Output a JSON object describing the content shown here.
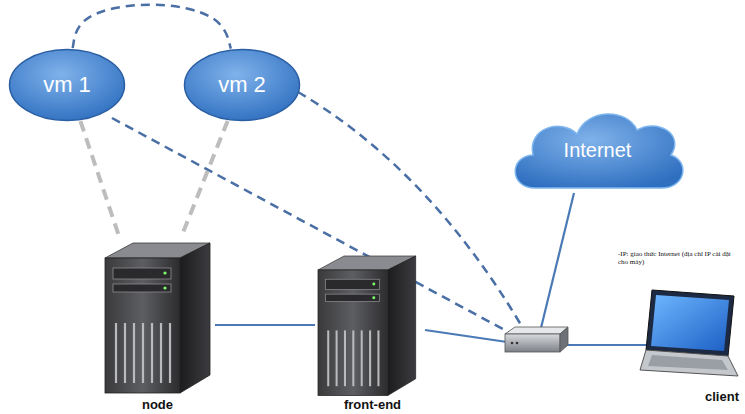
{
  "diagram": {
    "nodes": [
      {
        "text": [
          "vm 1"
        ]
      },
      {
        "text": [
          "vm 2"
        ]
      },
      {
        "text": [
          "Internet"
        ]
      },
      {
        "text": [
          "node"
        ]
      },
      {
        "text": [
          "front-end"
        ]
      },
      {
        "text": [
          "client"
        ]
      }
    ],
    "edges": [
      {
        "from": 0,
        "to": 1,
        "arrow": "none"
      },
      {
        "from": 0,
        "to": 3,
        "arrow": "none"
      },
      {
        "from": 1,
        "to": 3,
        "arrow": "none"
      },
      {
        "from": 3,
        "to": 4,
        "arrow": "none"
      }
    ],
    "labels": [
      "-IP: giao thức Internet (địa chỉ IP cài đặt cho máy)"
    ]
  }
}
